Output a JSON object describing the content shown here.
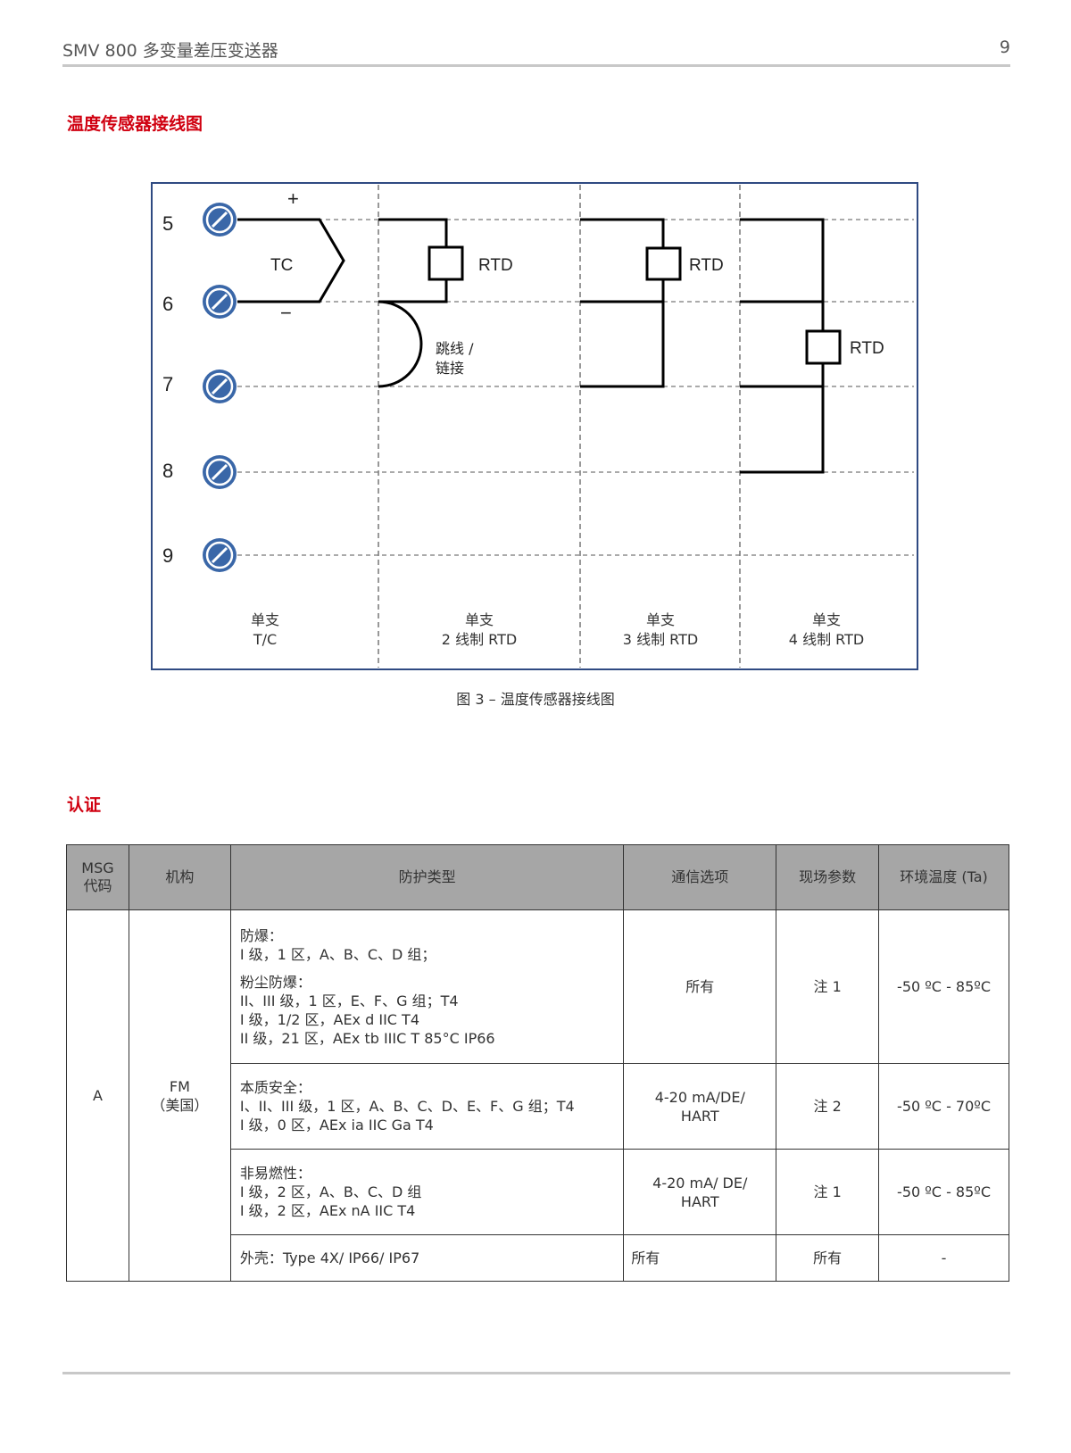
{
  "header": {
    "title": "SMV 800 多变量差压变送器",
    "page_number": "9"
  },
  "sections": {
    "wiring_title": "温度传感器接线图",
    "cert_title": "认证"
  },
  "diagram": {
    "terminals": [
      "5",
      "6",
      "7",
      "8",
      "9"
    ],
    "plus": "+",
    "minus": "−",
    "tc_label": "TC",
    "rtd_label": "RTD",
    "jumper": [
      "跳线 /",
      "链接"
    ],
    "columns": [
      {
        "line1": "单支",
        "line2": "T/C"
      },
      {
        "line1": "单支",
        "line2": "2 线制 RTD"
      },
      {
        "line1": "单支",
        "line2": "3 线制 RTD"
      },
      {
        "line1": "单支",
        "line2": "4 线制 RTD"
      }
    ],
    "colors": {
      "frame": "#2f4a82",
      "terminal": "#3a67a8",
      "wire": "#000000",
      "grid": "#777777"
    }
  },
  "caption": "图 3 – 温度传感器接线图",
  "table": {
    "headers": [
      "MSG\n代码",
      "机构",
      "防护类型",
      "通信选项",
      "现场参数",
      "环境温度 (Ta)"
    ],
    "msg_code": "A",
    "agency": "FM\n（美国）",
    "rows": [
      {
        "protection": [
          [
            "防爆：",
            "I 级，1 区，A、B、C、D 组；"
          ],
          [
            "粉尘防爆：",
            "II、III 级，1 区，E、F、G 组；T4",
            "I 级，1/2 区，AEx d IIC T4",
            "II 级，21 区，AEx tb IIIC T 85°C IP66"
          ]
        ],
        "comm": "所有",
        "field": "注 1",
        "temp": "-50 ºC - 85ºC"
      },
      {
        "protection": [
          [
            "本质安全：",
            "I、II、III 级，1 区，A、B、C、D、E、F、G 组；T4",
            "I 级，0 区，AEx ia IIC Ga T4"
          ]
        ],
        "comm": "4-20 mA/DE/\nHART",
        "field": "注 2",
        "temp": "-50 ºC - 70ºC"
      },
      {
        "protection": [
          [
            "非易燃性：",
            "I 级，2 区，A、B、C、D 组",
            "I 级，2 区，AEx nA IIC T4"
          ]
        ],
        "comm": "4-20 mA/ DE/\nHART",
        "field": "注 1",
        "temp": "-50 ºC - 85ºC"
      },
      {
        "protection": [
          [
            "外壳：Type 4X/ IP66/ IP67"
          ]
        ],
        "comm": "所有",
        "field": "所有",
        "temp": "-"
      }
    ]
  }
}
